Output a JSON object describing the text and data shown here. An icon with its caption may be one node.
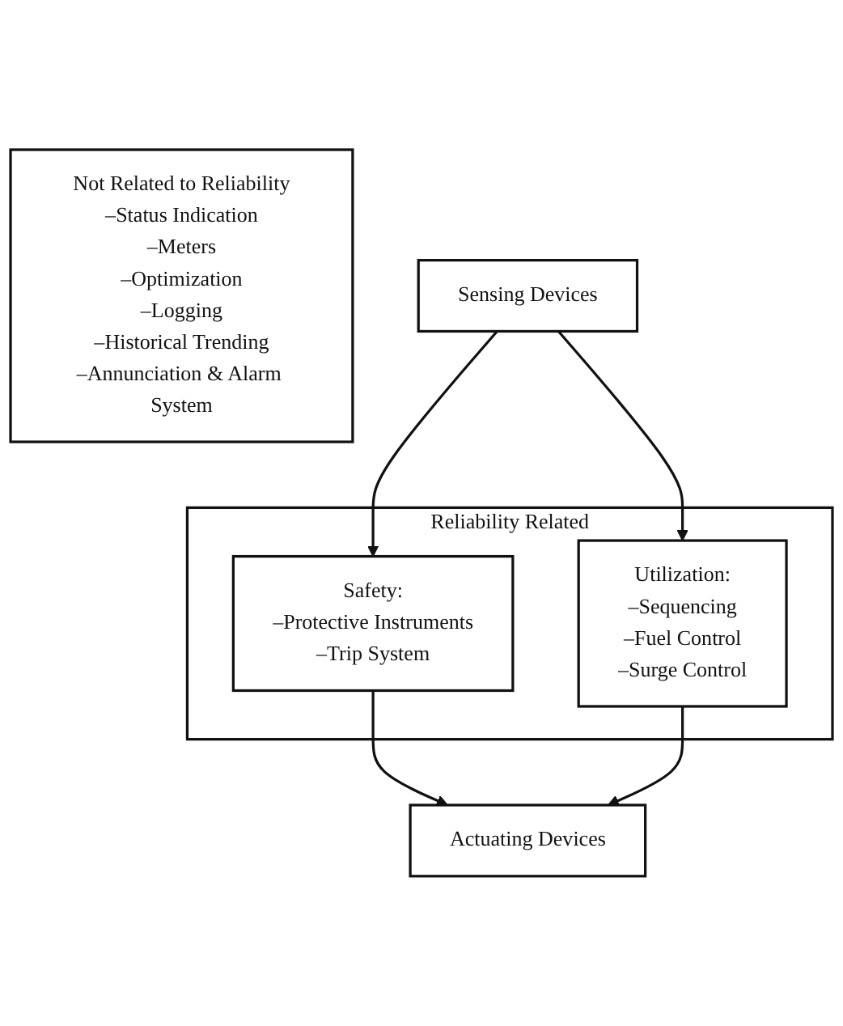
{
  "diagram": {
    "nodes": [
      {
        "text": [
          "Not Related to Reliability",
          "–Status Indication",
          "–Meters",
          "–Optimization",
          "–Logging",
          "–Historical Trending",
          "–Annunciation & Alarm System"
        ]
      },
      {
        "text": [
          "Reliability Related"
        ]
      },
      {
        "text": [
          "Safety:",
          "–Protective Instruments",
          "–Trip System"
        ],
        "in": 1
      },
      {
        "text": [
          "Utilization:",
          "–Sequencing",
          "–Fuel Control",
          "–Surge Control"
        ],
        "in": 1
      },
      {
        "text": [
          "Sensing Devices"
        ]
      },
      {
        "text": [
          "Actuating Devices"
        ]
      }
    ],
    "edges": [
      {
        "from": 4,
        "to": 2,
        "arrow": "to"
      },
      {
        "from": 4,
        "to": 3,
        "arrow": "to"
      },
      {
        "from": 2,
        "to": 5,
        "arrow": "to"
      },
      {
        "from": 3,
        "to": 5,
        "arrow": "to"
      }
    ]
  }
}
